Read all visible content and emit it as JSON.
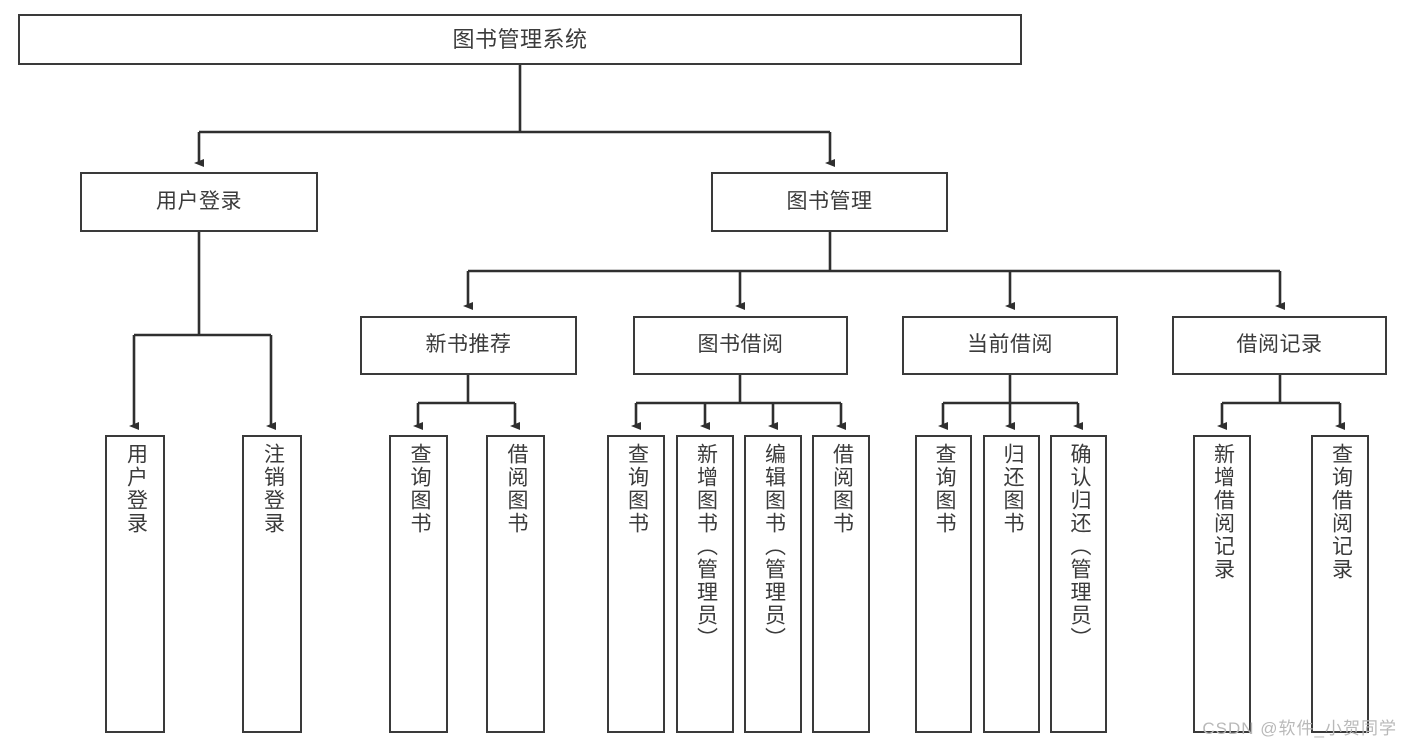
{
  "diagram": {
    "title": "图书管理系统",
    "type": "hierarchy-tree",
    "root": {
      "label": "图书管理系统"
    },
    "level2": [
      {
        "label": "用户登录"
      },
      {
        "label": "图书管理"
      }
    ],
    "level3": [
      {
        "label": "新书推荐"
      },
      {
        "label": "图书借阅"
      },
      {
        "label": "当前借阅"
      },
      {
        "label": "借阅记录"
      }
    ],
    "leaves": {
      "user_login": [
        {
          "label": "用户登录"
        },
        {
          "label": "注销登录"
        }
      ],
      "new_book_recommend": [
        {
          "label": "查询图书"
        },
        {
          "label": "借阅图书"
        }
      ],
      "book_borrow": [
        {
          "label": "查询图书"
        },
        {
          "label": "新增图书（管理员）"
        },
        {
          "label": "编辑图书（管理员）"
        },
        {
          "label": "借阅图书"
        }
      ],
      "current_borrow": [
        {
          "label": "查询图书"
        },
        {
          "label": "归还图书"
        },
        {
          "label": "确认归还（管理员）"
        }
      ],
      "borrow_record": [
        {
          "label": "新增借阅记录"
        },
        {
          "label": "查询借阅记录"
        }
      ]
    },
    "watermark": "CSDN @软件_小贺同学",
    "colors": {
      "box_border": "#3a3a3a",
      "text": "#3b3b3b",
      "edge": "#2f2f2f",
      "background": "#ffffff",
      "watermark": "#b9b9b9"
    }
  }
}
